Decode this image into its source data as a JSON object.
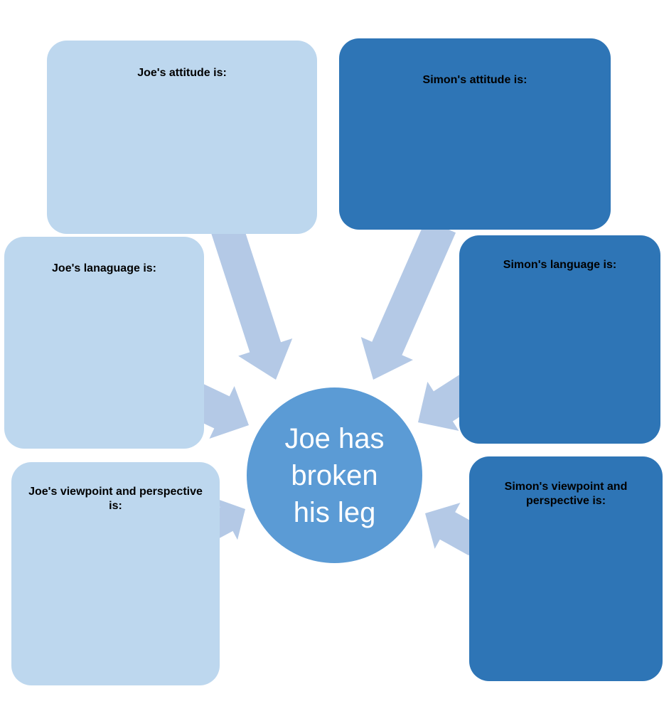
{
  "center": {
    "text": "Joe has broken his leg"
  },
  "boxes": {
    "joe_attitude": "Joe's attitude is:",
    "simon_attitude": "Simon's attitude is:",
    "joe_language": "Joe's lanaguage is:",
    "simon_language": "Simon's language is:",
    "joe_viewpoint": "Joe's viewpoint and perspective is:",
    "simon_viewpoint": "Simon's viewpoint and perspective is:"
  },
  "colors": {
    "joe": "#BDD7EE",
    "simon": "#2E75B6",
    "center": "#5B9BD5",
    "arrow": "#B4C9E6"
  }
}
